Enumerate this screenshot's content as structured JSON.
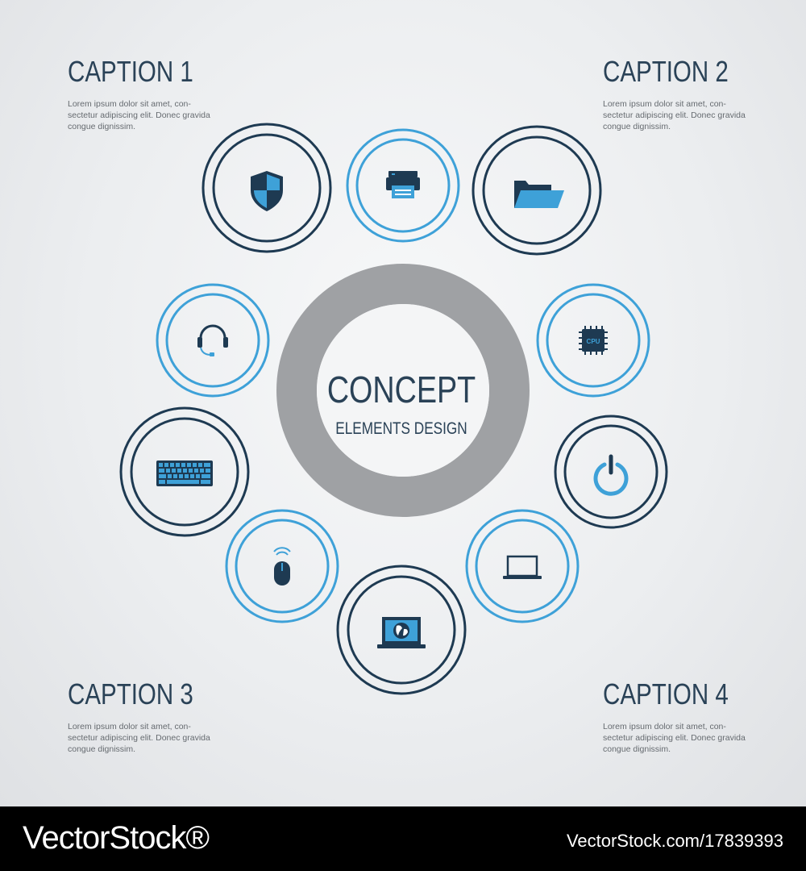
{
  "center": {
    "title": "CONCEPT",
    "subtitle": "ELEMENTS DESIGN"
  },
  "captions": [
    {
      "title": "CAPTION 1",
      "body": "Lorem ipsum dolor sit amet, con- sectetur adipiscing elit. Donec gravida congue dignissim."
    },
    {
      "title": "CAPTION 2",
      "body": "Lorem ipsum dolor sit amet, con- sectetur adipiscing elit. Donec gravida congue dignissim."
    },
    {
      "title": "CAPTION 3",
      "body": "Lorem ipsum dolor sit amet, con- sectetur adipiscing elit. Donec gravida congue dignissim."
    },
    {
      "title": "CAPTION 4",
      "body": "Lorem ipsum dolor sit amet, con- sectetur adipiscing elit. Donec gravida congue dignissim."
    }
  ],
  "icons": [
    {
      "name": "shield-icon",
      "ring": "dark"
    },
    {
      "name": "printer-icon",
      "ring": "blue"
    },
    {
      "name": "folder-icon",
      "ring": "dark"
    },
    {
      "name": "cpu-icon",
      "ring": "blue",
      "label": "CPU"
    },
    {
      "name": "power-icon",
      "ring": "dark"
    },
    {
      "name": "laptop-icon",
      "ring": "blue"
    },
    {
      "name": "globe-laptop-icon",
      "ring": "dark"
    },
    {
      "name": "wireless-mouse-icon",
      "ring": "blue"
    },
    {
      "name": "keyboard-icon",
      "ring": "dark"
    },
    {
      "name": "headset-icon",
      "ring": "blue"
    }
  ],
  "colors": {
    "dark": "#1e3a52",
    "blue": "#3ea1d8",
    "ring_gray": "#9fa1a4"
  },
  "footer": {
    "brand": "VectorStock®",
    "url": "VectorStock.com/17839393"
  }
}
